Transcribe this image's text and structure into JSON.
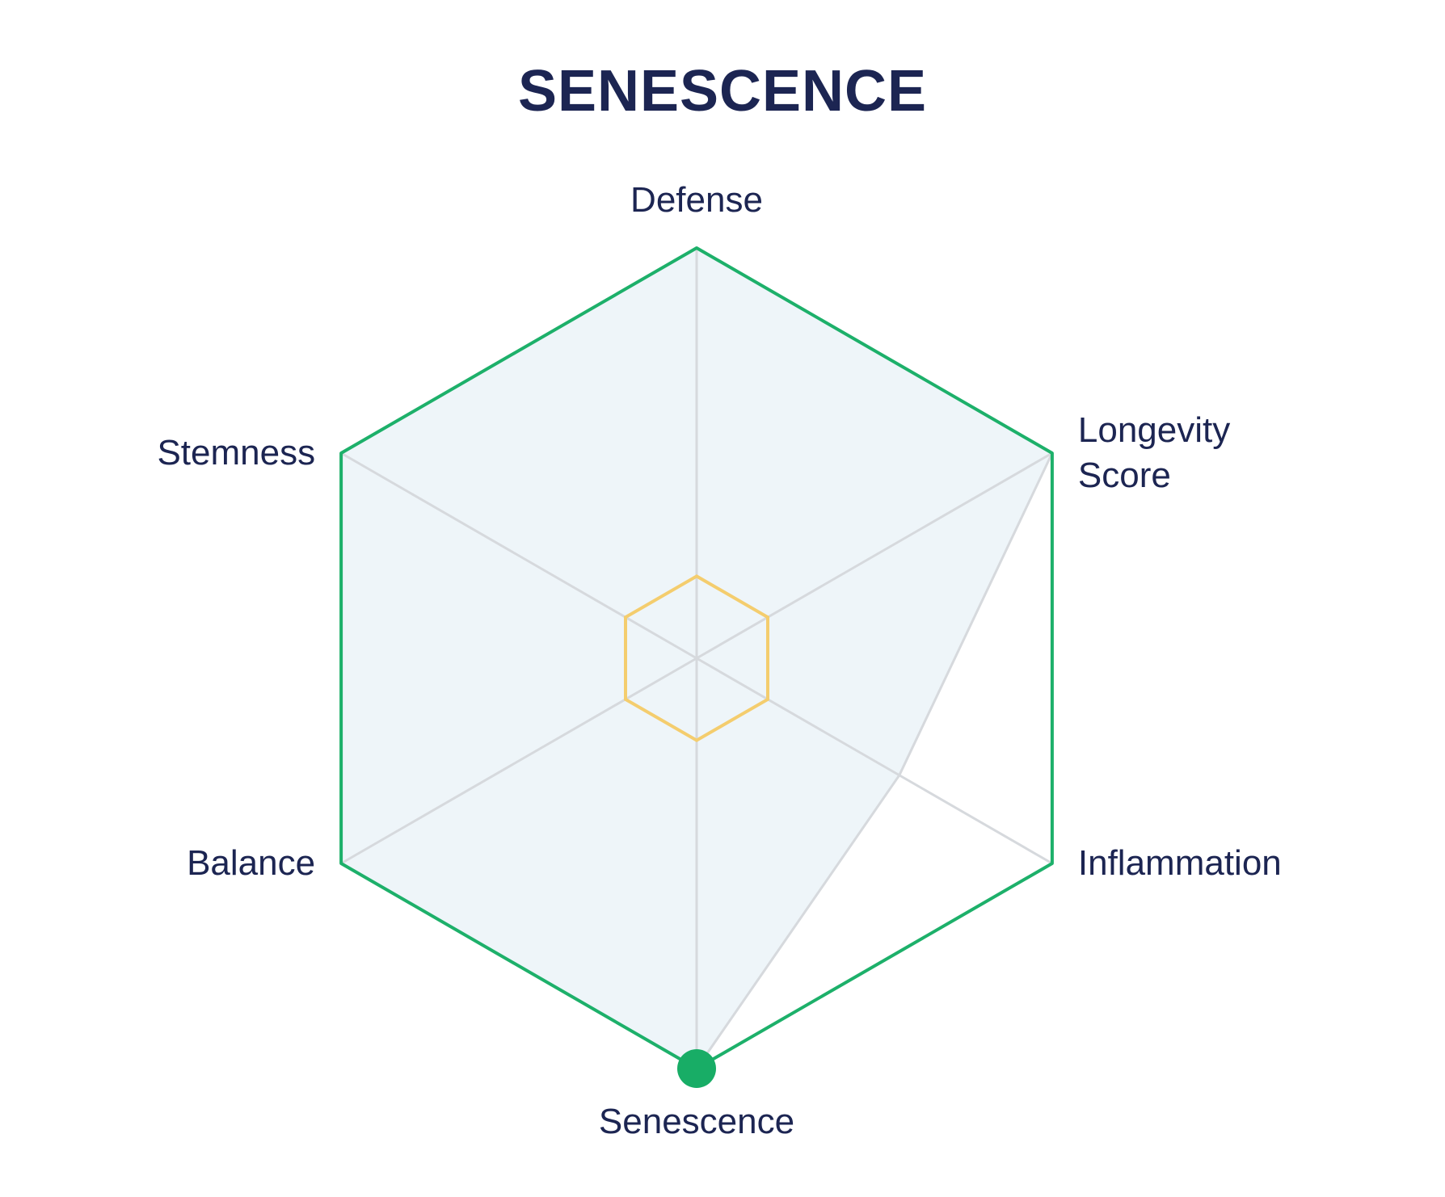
{
  "title": "SENESCENCE",
  "colors": {
    "title": "#1c2552",
    "label": "#1c2552",
    "outline": "#1db06a",
    "fill": "#eef5f9",
    "spoke": "#d6d9dd",
    "inner_ring": "#f4cd6e",
    "marker": "#18ad66"
  },
  "chart_data": {
    "type": "radar",
    "title": "SENESCENCE",
    "axes": [
      {
        "label": [
          "Defense"
        ]
      },
      {
        "label": [
          "Longevity",
          "Score"
        ]
      },
      {
        "label": [
          "Inflammation"
        ]
      },
      {
        "label": [
          "Senescence"
        ]
      },
      {
        "label": [
          "Balance"
        ]
      },
      {
        "label": [
          "Stemness"
        ]
      }
    ],
    "range": [
      0,
      1
    ],
    "outer_ring": 1.0,
    "inner_ring": 0.2,
    "series": [
      {
        "values": [
          1.0,
          1.0,
          0.57,
          1.0,
          1.0,
          1.0
        ]
      }
    ],
    "highlighted_axis": "Senescence"
  }
}
